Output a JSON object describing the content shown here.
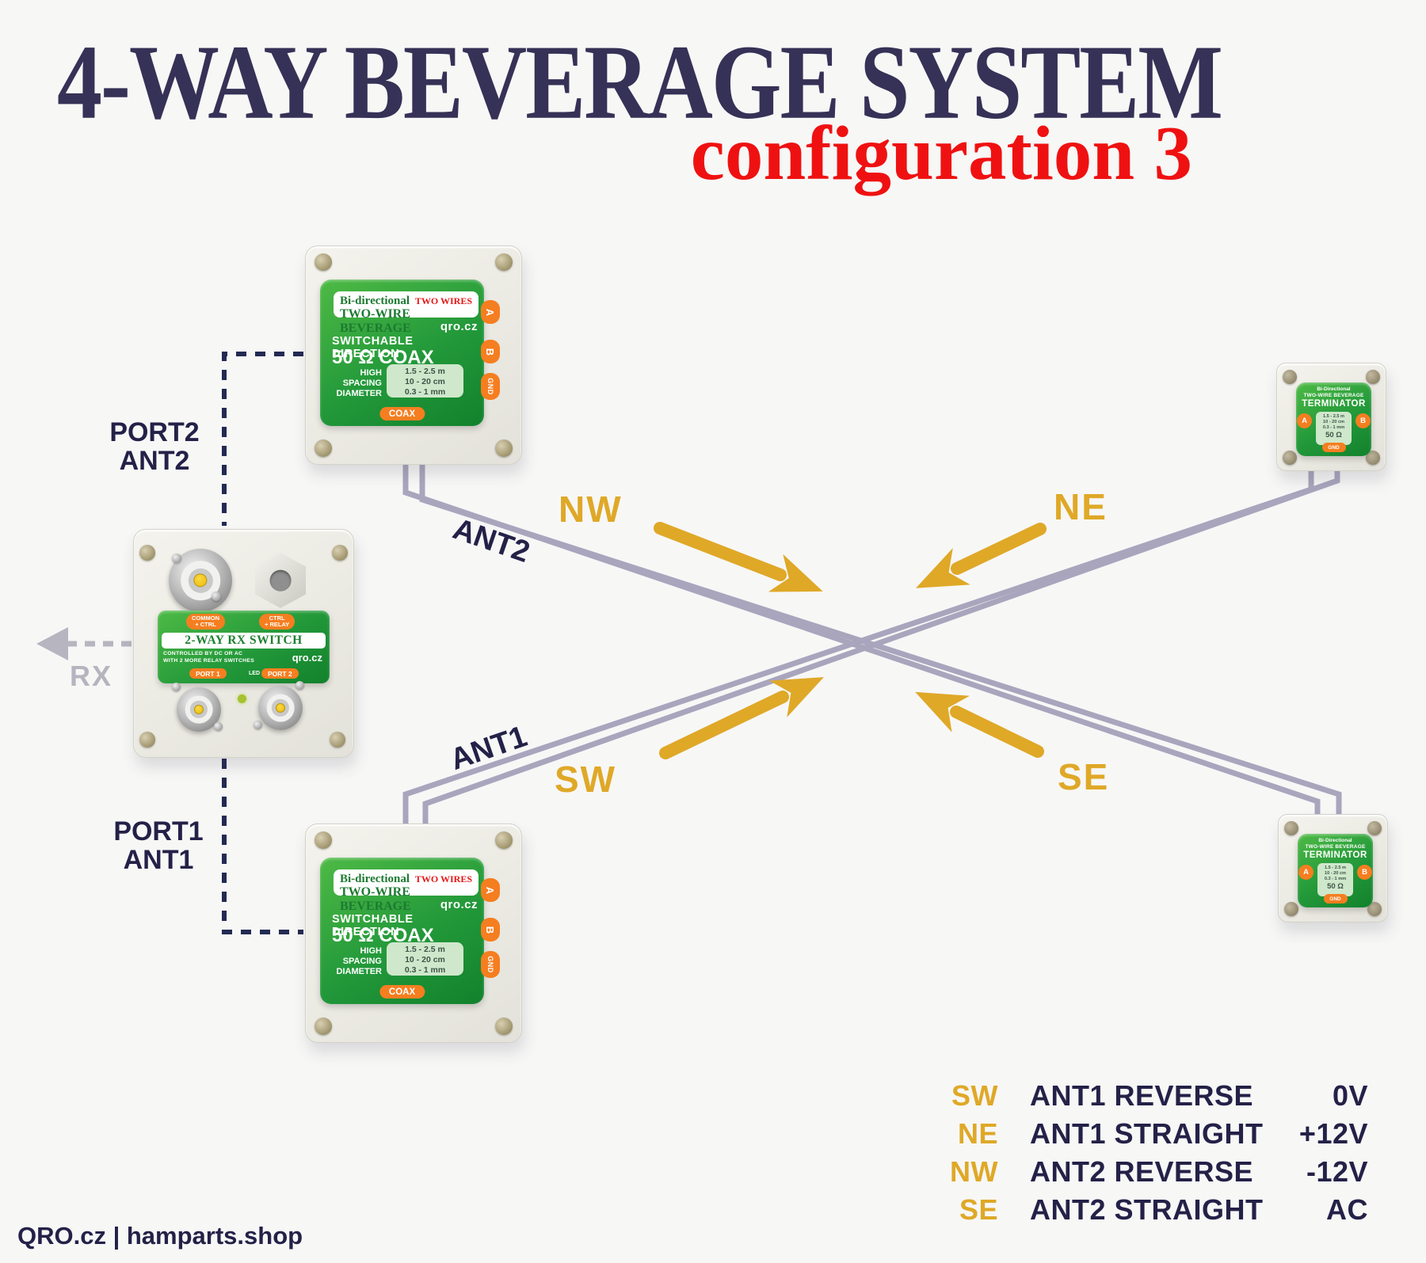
{
  "title": "4-WAY BEVERAGE SYSTEM",
  "subtitle": "configuration 3",
  "footer": "QRO.cz | hamparts.shop",
  "colors": {
    "background": "#f7f7f6",
    "accent_gold": "#dfa827",
    "navy": "#242148",
    "title_navy": "#363156",
    "red": "#ef1111",
    "wire_gray": "#a9a5bd",
    "sticker_green": "#23993a",
    "orange": "#f57e20"
  },
  "directions": {
    "nw": "NW",
    "ne": "NE",
    "sw": "SW",
    "se": "SE"
  },
  "connections": {
    "port2_label": "PORT2",
    "port2_ant": "ANT2",
    "port1_label": "PORT1",
    "port1_ant": "ANT1",
    "ant2_wire_label": "ANT2",
    "ant1_wire_label": "ANT1",
    "rx_label": "RX"
  },
  "beverage_box": {
    "brand_line1": "Bi-directional",
    "brand_tag": "TWO WIRES",
    "brand_line2": "TWO-WIRE BEVERAGE",
    "logo": "qro.cz",
    "feature_line1": "SWITCHABLE DIRECTION",
    "feature_line2": "50 Ω COAX",
    "spec_labels": [
      "HIGH",
      "SPACING",
      "DIAMETER"
    ],
    "spec_values": [
      "1.5 - 2.5 m",
      "10 - 20 cm",
      "0.3 - 1 mm"
    ],
    "coax_tag": "COAX",
    "ports": [
      "A",
      "B",
      "GND"
    ]
  },
  "rx_switch": {
    "tags": [
      [
        "COMMON",
        "+ CTRL"
      ],
      [
        "CTRL",
        "+ RELAY"
      ]
    ],
    "name": "2-WAY RX SWITCH",
    "desc_line1": "CONTROLLED BY DC OR AC",
    "desc_line2": "WITH 2 MORE RELAY SWITCHES",
    "logo": "qro.cz",
    "port1": "PORT 1",
    "led_label": "LED ⟶",
    "port2": "PORT 2"
  },
  "terminator": {
    "brand_line1": "Bi-Directional",
    "brand_line2": "TWO-WIRE BEVERAGE",
    "name": "TERMINATOR",
    "port_a": "A",
    "port_b": "B",
    "spec_values": [
      "1.5 - 2.5 m",
      "10 - 20 cm",
      "0.3 - 1 mm"
    ],
    "impedance": "50 Ω",
    "gnd": "GND"
  },
  "legend": {
    "rows": [
      {
        "dir": "SW",
        "desc": "ANT1 REVERSE",
        "value": "0V"
      },
      {
        "dir": "NE",
        "desc": "ANT1 STRAIGHT",
        "value": "+12V"
      },
      {
        "dir": "NW",
        "desc": "ANT2 REVERSE",
        "value": "-12V"
      },
      {
        "dir": "SE",
        "desc": "ANT2 STRAIGHT",
        "value": "AC"
      }
    ]
  }
}
